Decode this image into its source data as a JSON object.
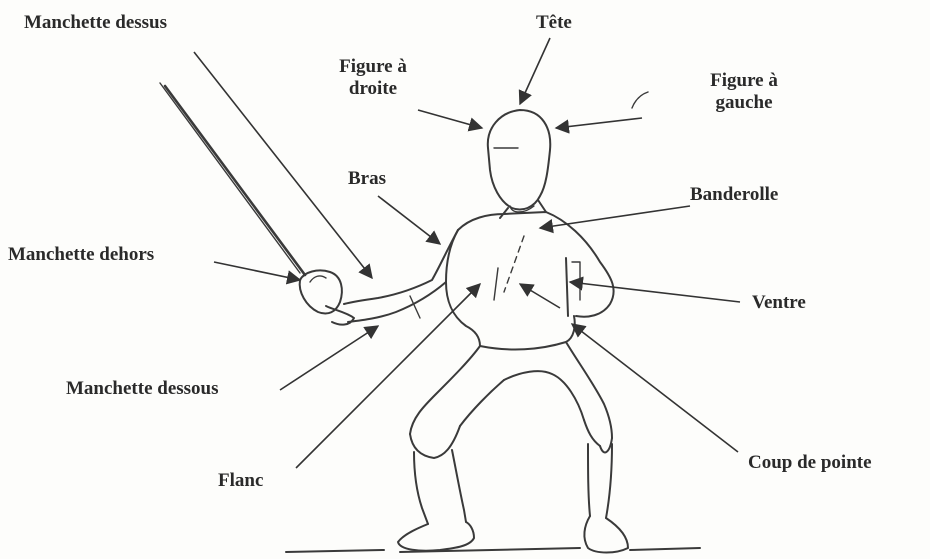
{
  "labels": {
    "manchette_dessus": "Manchette dessus",
    "tete": "Tête",
    "figure_droite_l1": "Figure à",
    "figure_droite_l2": "droite",
    "figure_gauche_l1": "Figure à",
    "figure_gauche_l2": "gauche",
    "bras": "Bras",
    "banderolle": "Banderolle",
    "manchette_dehors": "Manchette dehors",
    "ventre": "Ventre",
    "manchette_dessous": "Manchette dessous",
    "flanc": "Flanc",
    "coup_de_pointe": "Coup de pointe"
  }
}
